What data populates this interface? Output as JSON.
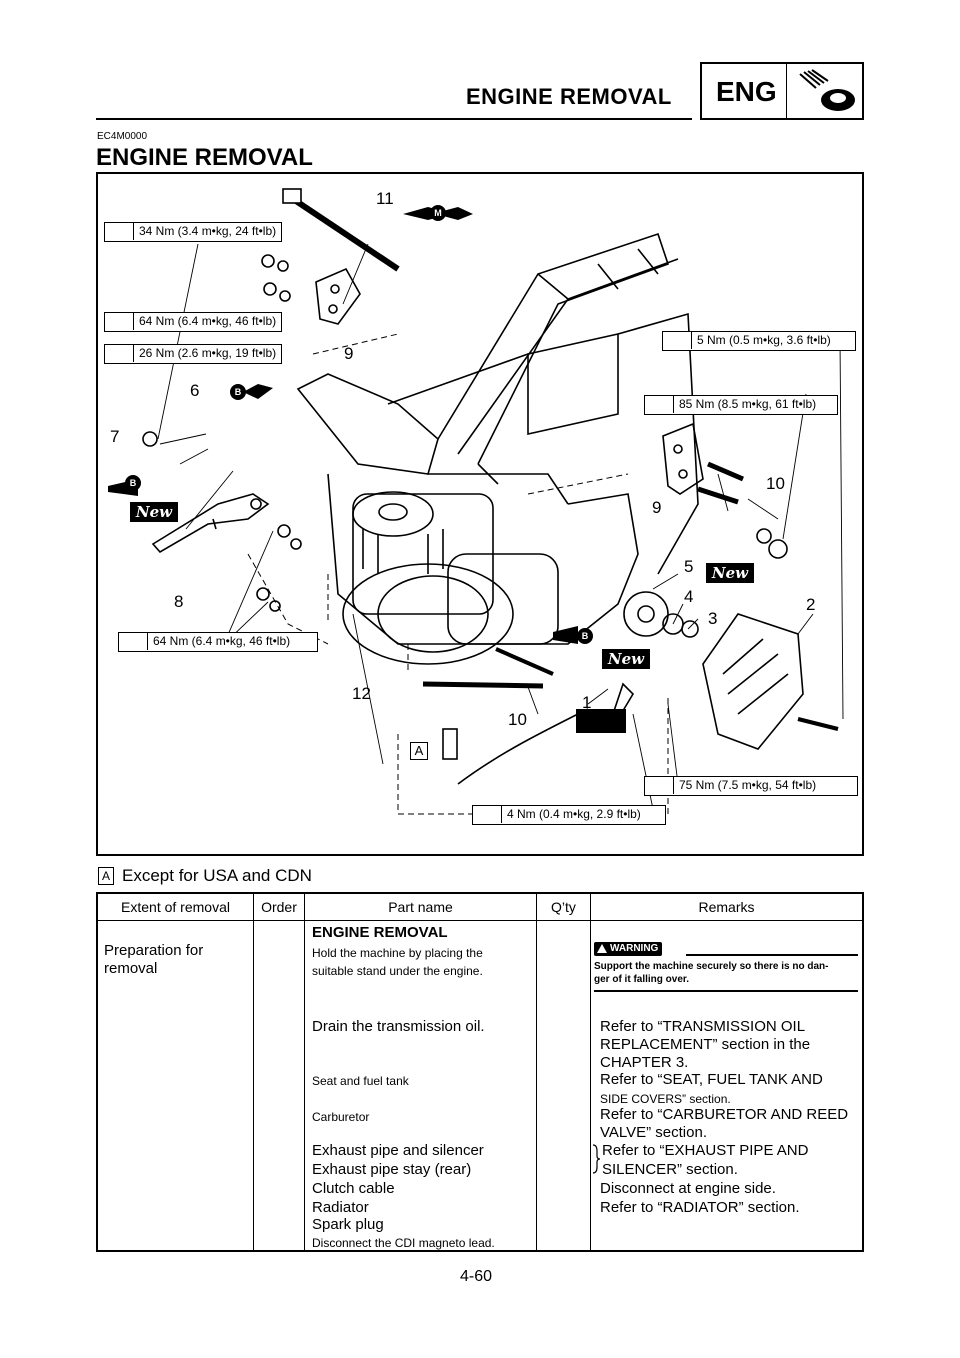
{
  "header": {
    "section_title": "ENGINE REMOVAL",
    "badge_text": "ENG",
    "badge_icon": "engine-icon"
  },
  "doc_code": "EC4M0000",
  "page_title": "ENGINE REMOVAL",
  "diagram": {
    "torque_labels": [
      "34 Nm (3.4 m•kg, 24 ft•lb)",
      "64 Nm (6.4 m•kg, 46 ft•lb)",
      "26 Nm (2.6 m•kg, 19 ft•lb)",
      "5 Nm (0.5 m•kg, 3.6 ft•lb)",
      "85 Nm (8.5 m•kg, 61 ft•lb)",
      "64 Nm (6.4 m•kg, 46 ft•lb)",
      "75 Nm (7.5 m•kg, 54 ft•lb)",
      "4 Nm (0.4 m•kg, 2.9 ft•lb)"
    ],
    "callouts": [
      "11",
      "9",
      "6",
      "7",
      "9",
      "10",
      "5",
      "4",
      "3",
      "2",
      "8",
      "12",
      "10",
      "1"
    ],
    "new_label": "New",
    "box_a_label": "A",
    "lube_m": "M",
    "lube_b": "B"
  },
  "caption": {
    "marker": "A",
    "text": "Except for USA and CDN"
  },
  "table": {
    "headers": [
      "Extent of removal",
      "Order",
      "Part name",
      "Q’ty",
      "Remarks"
    ],
    "extent": [
      "Preparation for",
      "removal"
    ],
    "parts": {
      "heading": "ENGINE REMOVAL",
      "hold_1": "Hold the machine by placing the",
      "hold_2": "suitable stand under the engine.",
      "drain": "Drain the transmission oil.",
      "seat": "Seat and fuel tank",
      "carb": "Carburetor",
      "exhaust": "Exhaust pipe and silencer",
      "stay": "Exhaust pipe stay (rear)",
      "clutch": "Clutch cable",
      "radiator": "Radiator",
      "spark": "Spark plug",
      "cdi": "Disconnect the CDI magneto lead."
    },
    "warning": {
      "badge": "WARNING",
      "line1": "Support the machine securely so there is no dan-",
      "line2": "ger of it falling over."
    },
    "remarks": {
      "r1": "Refer to “TRANSMISSION OIL",
      "r2": "REPLACEMENT” section in the",
      "r3": "CHAPTER 3.",
      "r4": "Refer to “SEAT, FUEL TANK AND",
      "r5": "SIDE COVERS” section.",
      "r6": "Refer to “CARBURETOR AND REED",
      "r7": "VALVE” section.",
      "r8": "Refer to “EXHAUST PIPE AND",
      "r9": "SILENCER” section.",
      "r10": "Disconnect at engine side.",
      "r11": "Refer to “RADIATOR” section."
    }
  },
  "page_number": "4-60"
}
